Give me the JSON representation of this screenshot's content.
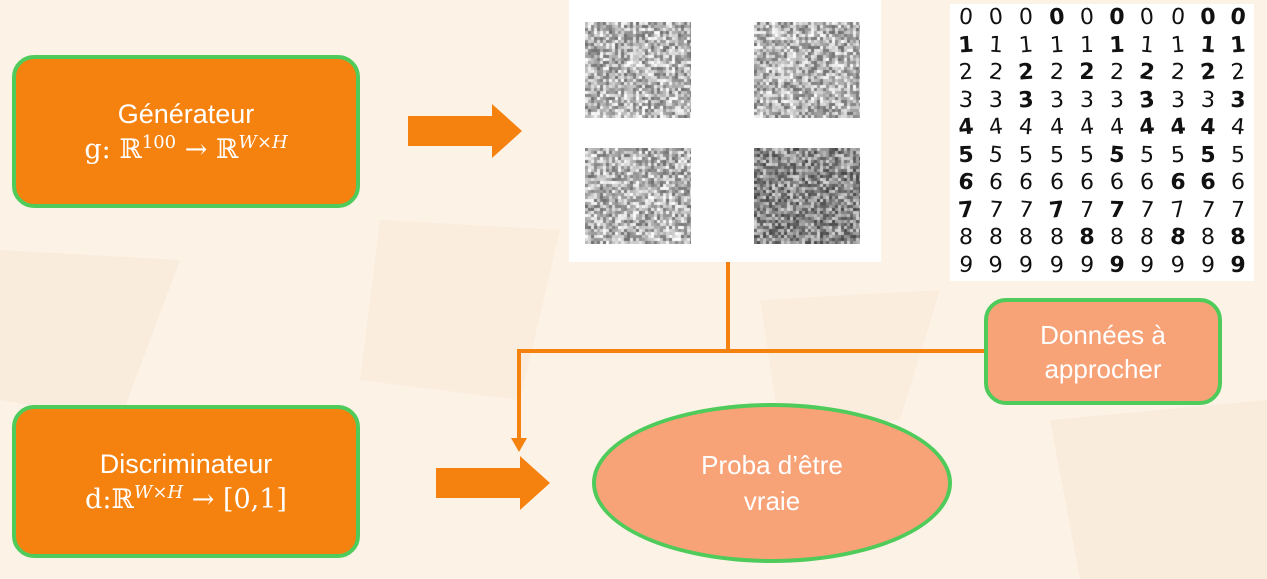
{
  "generator": {
    "title": "Générateur",
    "formula_prefix": "g: ℝ",
    "formula_exp1": "100",
    "formula_mid": " → ℝ",
    "formula_exp2": "W×H"
  },
  "discriminator": {
    "title": "Discriminateur",
    "formula_prefix": "d:ℝ",
    "formula_exp": "W×H",
    "formula_suffix": " → [0,1]"
  },
  "output": {
    "line1": "Proba d’être",
    "line2": "vraie"
  },
  "data_label": {
    "line1": "Données à",
    "line2": "approcher"
  },
  "mnist": {
    "rows": [
      "0000000000",
      "1111111111",
      "2222222222",
      "3333333333",
      "4444444444",
      "5555555555",
      "6666666666",
      "7777777777",
      "8888888888",
      "9999999999"
    ]
  },
  "colors": {
    "box_dark": "#f5820f",
    "box_light": "#f8a277",
    "border": "#4ecb5a",
    "connector": "#f5820f",
    "background": "#fdf2e6"
  }
}
